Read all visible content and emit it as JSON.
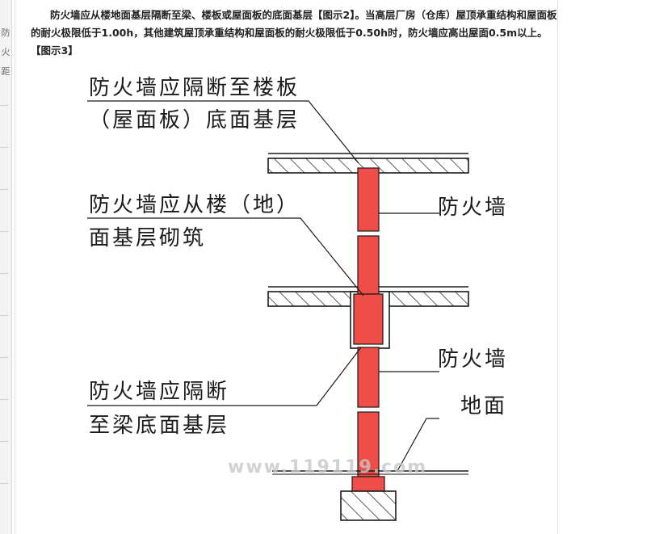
{
  "sidebar": {
    "chars": [
      "防",
      "火",
      "距"
    ]
  },
  "article": {
    "paragraph": "防火墙应从楼地面基层隔断至梁、楼板或屋面板的底面基层【图示2】。当高层厂房（仓库）屋顶承重结构和屋面板的耐火极限低于1.00h，其他建筑屋顶承重结构和屋面板的耐火极限低于0.50h时，防火墙应高出屋面0.5m以上。",
    "caption": "【图示3】"
  },
  "figure": {
    "label_top_1": "防火墙应隔断至楼板",
    "label_top_2": "（屋面板）底面基层",
    "label_mid_1": "防火墙应从楼（地）",
    "label_mid_2": "面基层砌筑",
    "label_right_wall_1": "防火墙",
    "label_right_wall_2": "防火墙",
    "label_bottom_1": "防火墙应隔断",
    "label_bottom_2": "至梁底面基层",
    "label_ground": "地面",
    "watermark": "www.119119.com",
    "colors": {
      "wall": "#ef4d47",
      "ink": "#1a1a1a"
    }
  }
}
